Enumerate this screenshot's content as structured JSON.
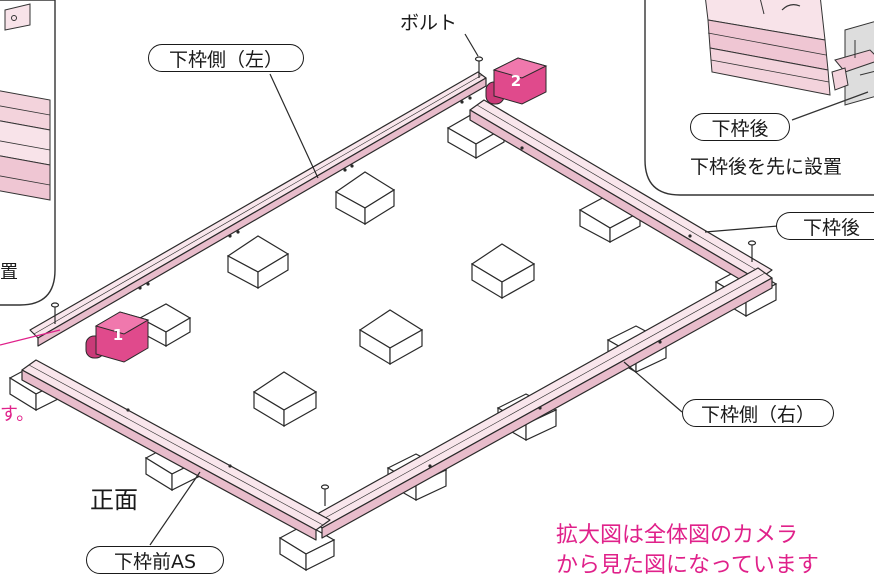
{
  "labels": {
    "bolt": "ボルト",
    "side_left": "下枠側（左）",
    "rear_inset": "下枠後",
    "rear_first_note": "下枠後を先に設置",
    "rear_right": "下枠後",
    "side_right": "下枠側（右）",
    "front": "正面",
    "front_as": "下枠前AS",
    "left_inset_cut": "置",
    "left_note_cut": "す。",
    "camera_note_line1": "拡大図は全体図のカメラ",
    "camera_note_line2": "から見た図になっています"
  },
  "callouts": {
    "camera_1": "1",
    "camera_2": "2"
  },
  "colors": {
    "frame_fill": "#f6dde4",
    "frame_stroke": "#2a2a2a",
    "camera": "#e04a8c",
    "accent_text": "#e0218a",
    "inset_border": "#333333"
  }
}
